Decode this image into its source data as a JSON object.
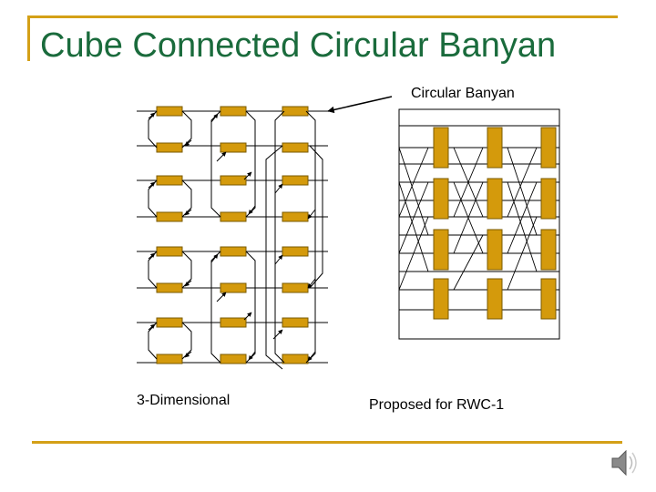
{
  "title": "Cube Connected Circular Banyan",
  "labels": {
    "circular_banyan": "Circular Banyan",
    "three_dimensional": "3-Dimensional",
    "proposed": "Proposed for RWC-1"
  },
  "colors": {
    "accent_green": "#1a6b3c",
    "accent_gold": "#d4a017",
    "switch_fill": "#d49a0c",
    "switch_stroke": "#7a5a00",
    "line": "#000000"
  },
  "icons": {
    "speaker": "speaker-icon"
  }
}
